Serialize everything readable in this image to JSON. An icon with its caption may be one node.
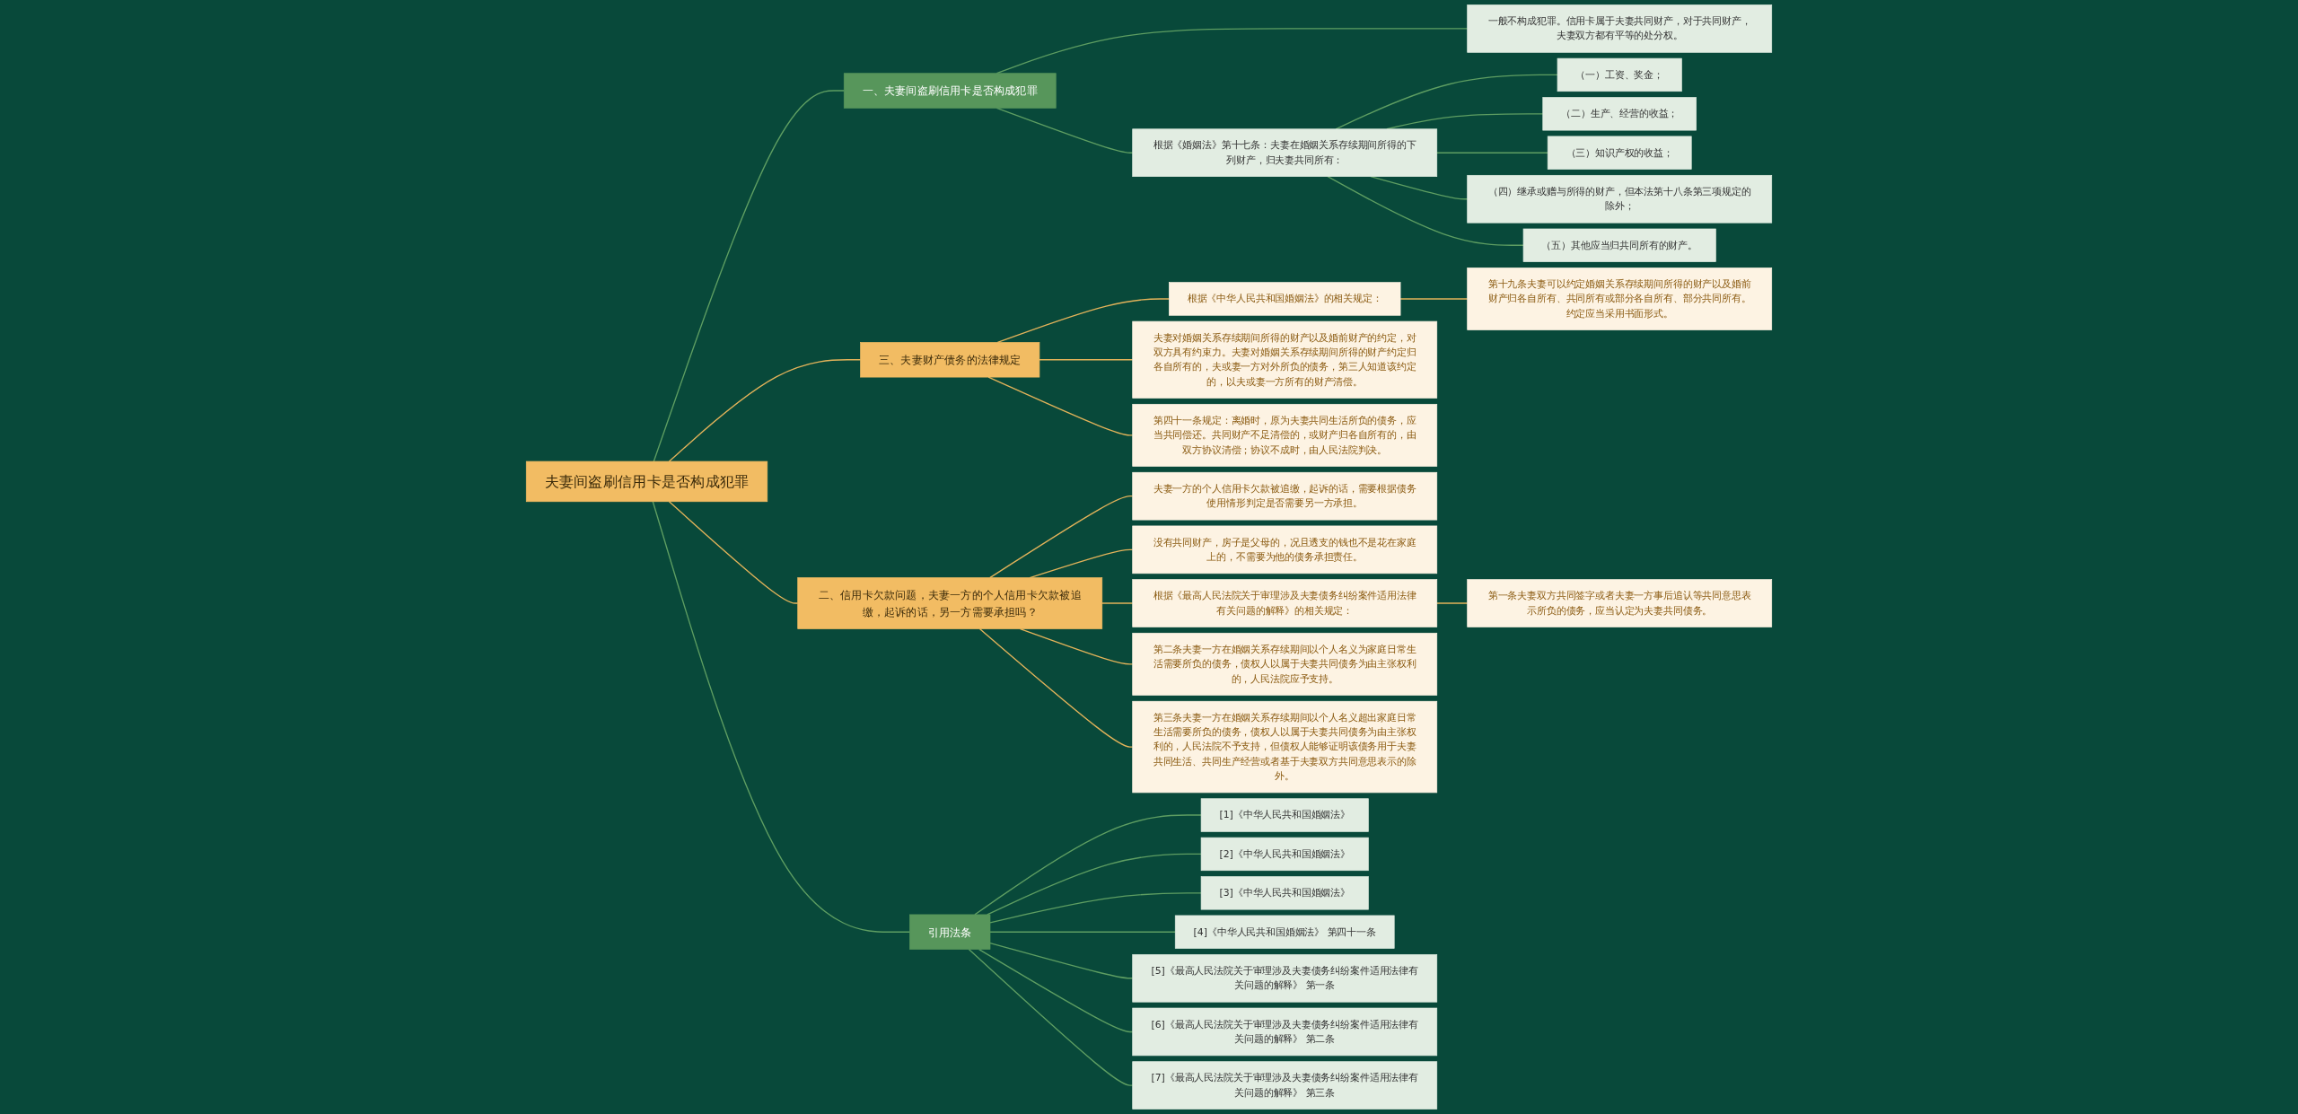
{
  "diagram": {
    "nodes": [
      {
        "text": [
          "夫妻间盗刷信用卡是否构成犯罪"
        ]
      },
      {
        "text": [
          "一、夫妻间盗刷信用卡是否构成犯罪"
        ]
      },
      {
        "text": [
          "一般不构成犯罪。信用卡属于夫妻共同财产，对于共同财产，夫妻双方都有平等的处分权。"
        ]
      },
      {
        "text": [
          "根据《婚姻法》第十七条：夫妻在婚姻关系存续期间所得的下列财产，归夫妻共同所有："
        ]
      },
      {
        "text": [
          "（一）工资、奖金；"
        ]
      },
      {
        "text": [
          "（二）生产、经营的收益；"
        ]
      },
      {
        "text": [
          "（三）知识产权的收益；"
        ]
      },
      {
        "text": [
          "（四）继承或赠与所得的财产，但本法第十八条第三项规定的除外；"
        ]
      },
      {
        "text": [
          "（五）其他应当归共同所有的财产。"
        ]
      },
      {
        "text": [
          "三、夫妻财产债务的法律规定"
        ]
      },
      {
        "text": [
          "根据《中华人民共和国婚姻法》的相关规定："
        ]
      },
      {
        "text": [
          "第十九条夫妻可以约定婚姻关系存续期间所得的财产以及婚前财产归各自所有、共同所有或部分各自所有、部分共同所有。约定应当采用书面形式。"
        ]
      },
      {
        "text": [
          "夫妻对婚姻关系存续期间所得的财产以及婚前财产的约定，对双方具有约束力。夫妻对婚姻关系存续期间所得的财产约定归各自所有的，夫或妻一方对外所负的债务，第三人知道该约定的，以夫或妻一方所有的财产清偿。"
        ]
      },
      {
        "text": [
          "第四十一条规定：离婚时，原为夫妻共同生活所负的债务，应当共同偿还。共同财产不足清偿的，或财产归各自所有的，由双方协议清偿；协议不成时，由人民法院判决。"
        ]
      },
      {
        "text": [
          "二、信用卡欠款问题，夫妻一方的个人信用卡欠款被追缴，起诉的话，另一方需要承担吗？"
        ]
      },
      {
        "text": [
          "夫妻一方的个人信用卡欠款被追缴，起诉的话，需要根据债务使用情形判定是否需要另一方承担。"
        ]
      },
      {
        "text": [
          "没有共同财产，房子是父母的，况且透支的钱也不是花在家庭上的，不需要为他的债务承担责任。"
        ]
      },
      {
        "text": [
          "根据《最高人民法院关于审理涉及夫妻债务纠纷案件适用法律有关问题的解释》的相关规定："
        ]
      },
      {
        "text": [
          "第二条夫妻一方在婚姻关系存续期间以个人名义为家庭日常生活需要所负的债务，债权人以属于夫妻共同债务为由主张权利的，人民法院应予支持。"
        ]
      },
      {
        "text": [
          "第三条夫妻一方在婚姻关系存续期间以个人名义超出家庭日常生活需要所负的债务，债权人以属于夫妻共同债务为由主张权利的，人民法院不予支持，但债权人能够证明该债务用于夫妻共同生活、共同生产经营或者基于夫妻双方共同意思表示的除外。"
        ]
      },
      {
        "text": [
          "第一条夫妻双方共同签字或者夫妻一方事后追认等共同意思表示所负的债务，应当认定为夫妻共同债务。"
        ]
      },
      {
        "text": [
          "引用法条"
        ]
      },
      {
        "text": [
          "[1]《中华人民共和国婚姻法》"
        ]
      },
      {
        "text": [
          "[2]《中华人民共和国婚姻法》"
        ]
      },
      {
        "text": [
          "[3]《中华人民共和国婚姻法》"
        ]
      },
      {
        "text": [
          "[4]《中华人民共和国婚姻法》 第四十一条"
        ]
      },
      {
        "text": [
          "[5]《最高人民法院关于审理涉及夫妻债务纠纷案件适用法律有关问题的解释》 第一条"
        ]
      },
      {
        "text": [
          "[6]《最高人民法院关于审理涉及夫妻债务纠纷案件适用法律有关问题的解释》 第二条"
        ]
      },
      {
        "text": [
          "[7]《最高人民法院关于审理涉及夫妻债务纠纷案件适用法律有关问题的解释》 第三条"
        ]
      }
    ],
    "edges": [
      {
        "from": 0,
        "to": 1,
        "arrow": "none"
      },
      {
        "from": 1,
        "to": 2,
        "arrow": "none"
      },
      {
        "from": 1,
        "to": 3,
        "arrow": "none"
      },
      {
        "from": 3,
        "to": 4,
        "arrow": "none"
      },
      {
        "from": 3,
        "to": 5,
        "arrow": "none"
      },
      {
        "from": 3,
        "to": 6,
        "arrow": "none"
      },
      {
        "from": 3,
        "to": 7,
        "arrow": "none"
      },
      {
        "from": 3,
        "to": 8,
        "arrow": "none"
      },
      {
        "from": 0,
        "to": 9,
        "arrow": "none",
        "color": "#e3b35a"
      },
      {
        "from": 9,
        "to": 10,
        "arrow": "none",
        "color": "#e3b35a"
      },
      {
        "from": 10,
        "to": 11,
        "arrow": "none",
        "color": "#e3b35a"
      },
      {
        "from": 9,
        "to": 12,
        "arrow": "none",
        "color": "#e3b35a"
      },
      {
        "from": 9,
        "to": 13,
        "arrow": "none",
        "color": "#e3b35a"
      },
      {
        "from": 0,
        "to": 14,
        "arrow": "none",
        "color": "#e3b35a"
      },
      {
        "from": 14,
        "to": 15,
        "arrow": "none",
        "color": "#e3b35a"
      },
      {
        "from": 14,
        "to": 16,
        "arrow": "none",
        "color": "#e3b35a"
      },
      {
        "from": 14,
        "to": 17,
        "arrow": "none",
        "color": "#e3b35a"
      },
      {
        "from": 14,
        "to": 18,
        "arrow": "none",
        "color": "#e3b35a"
      },
      {
        "from": 14,
        "to": 19,
        "arrow": "none",
        "color": "#e3b35a"
      },
      {
        "from": 17,
        "to": 20,
        "arrow": "none",
        "color": "#e3b35a"
      },
      {
        "from": 0,
        "to": 21,
        "arrow": "none"
      },
      {
        "from": 21,
        "to": 22,
        "arrow": "none"
      },
      {
        "from": 21,
        "to": 23,
        "arrow": "none"
      },
      {
        "from": 21,
        "to": 24,
        "arrow": "none"
      },
      {
        "from": 21,
        "to": 25,
        "arrow": "none"
      },
      {
        "from": 21,
        "to": 26,
        "arrow": "none"
      },
      {
        "from": 21,
        "to": 27,
        "arrow": "none"
      },
      {
        "from": 21,
        "to": 28,
        "arrow": "none"
      }
    ]
  }
}
